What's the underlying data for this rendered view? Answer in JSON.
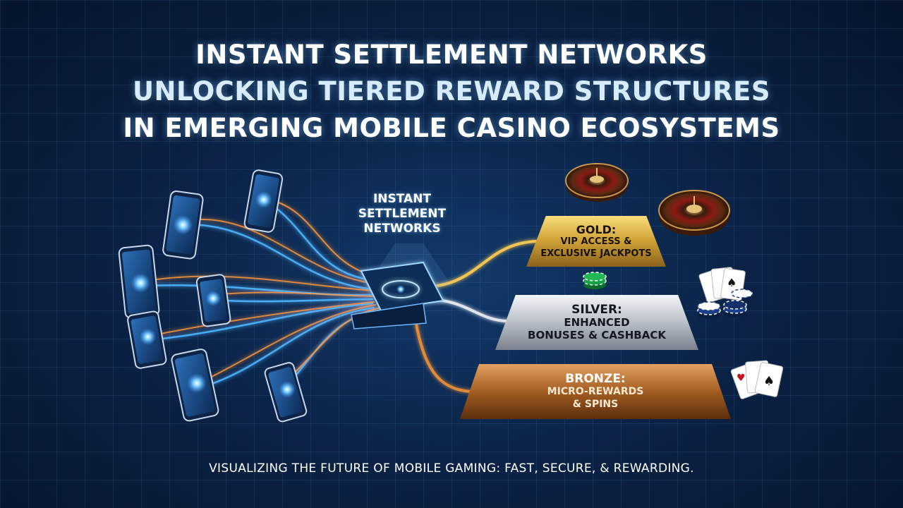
{
  "title": {
    "line1": "INSTANT SETTLEMENT NETWORKS",
    "line2": "UNLOCKING TIERED REWARD STRUCTURES",
    "line3": "IN EMERGING MOBILE CASINO ECOSYSTEMS"
  },
  "hub": {
    "line1": "INSTANT",
    "line2": "SETTLEMENT",
    "line3": "NETWORKS"
  },
  "tiers": [
    {
      "name": "GOLD:",
      "desc1": "VIP ACCESS &",
      "desc2": "EXCLUSIVE JACKPOTS"
    },
    {
      "name": "SILVER:",
      "desc1": "ENHANCED",
      "desc2": "BONUSES & CASHBACK"
    },
    {
      "name": "BRONZE:",
      "desc1": "MICRO-REWARDS",
      "desc2": "& SPINS"
    }
  ],
  "footer": "VISUALIZING THE FUTURE OF MOBILE GAMING: FAST, SECURE, & REWARDING.",
  "icons": [
    "smartphone-icon",
    "chip-icon",
    "roulette-wheel-icon",
    "casino-chip-icon",
    "playing-cards-icon"
  ],
  "colors": {
    "background": "#0b2347",
    "stream_blue": "#4fb6ff",
    "stream_orange": "#ff9a3c",
    "gold": "#d4a73a",
    "silver": "#b9bfc8",
    "bronze": "#a45d22"
  }
}
